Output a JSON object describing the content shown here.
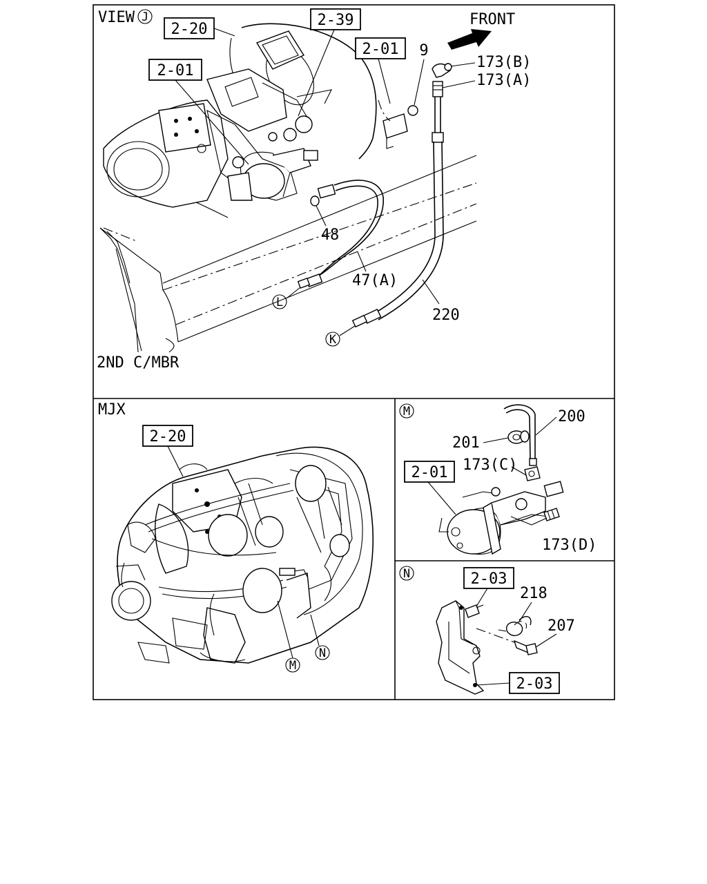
{
  "views": {
    "view_j": {
      "title": "VIEW",
      "marker": "J",
      "member_label": "2ND C/MBR",
      "front_label": "FRONT"
    },
    "mjx": {
      "title": "MJX"
    },
    "m": {
      "marker": "M"
    },
    "n": {
      "marker": "N"
    }
  },
  "callouts": {
    "j_2_20": "2-20",
    "j_2_39": "2-39",
    "j_2_01_a": "2-01",
    "j_2_01_b": "2-01",
    "p9": "9",
    "p173b": "173(B)",
    "p173a": "173(A)",
    "p48": "48",
    "p47a": "47(A)",
    "p220": "220",
    "conn_l": "L",
    "conn_k": "K",
    "mjx_2_20": "2-20",
    "mjx_m": "M",
    "mjx_n": "N",
    "p200": "200",
    "p201": "201",
    "p173c": "173(C)",
    "m_2_01": "2-01",
    "p173d": "173(D)",
    "n_2_03_a": "2-03",
    "p218": "218",
    "p207": "207",
    "n_2_03_b": "2-03"
  }
}
